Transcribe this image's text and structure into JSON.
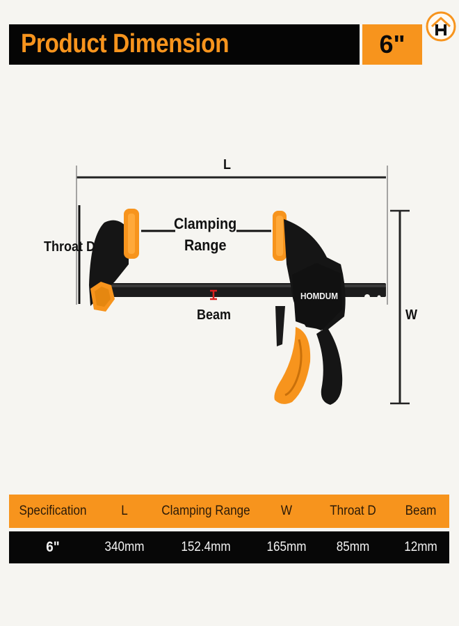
{
  "header": {
    "title": "Product Dimension",
    "size": "6\""
  },
  "brand": {
    "logo_letter": "H",
    "product_brand": "HOMDUM"
  },
  "dimension_labels": {
    "length": "L",
    "width": "W",
    "throat_depth": "Throat D",
    "clamping_range_line1": "Clamping",
    "clamping_range_line2": "Range",
    "beam": "Beam"
  },
  "colors": {
    "accent_orange": "#f7941d",
    "black": "#050505",
    "background": "#f6f5f1",
    "beam_marker": "#d92020"
  },
  "spec_table": {
    "headers": [
      "Specification",
      "L",
      "Clamping Range",
      "W",
      "Throat D",
      "Beam"
    ],
    "rows": [
      [
        "6\"",
        "340mm",
        "152.4mm",
        "165mm",
        "85mm",
        "12mm"
      ]
    ]
  }
}
